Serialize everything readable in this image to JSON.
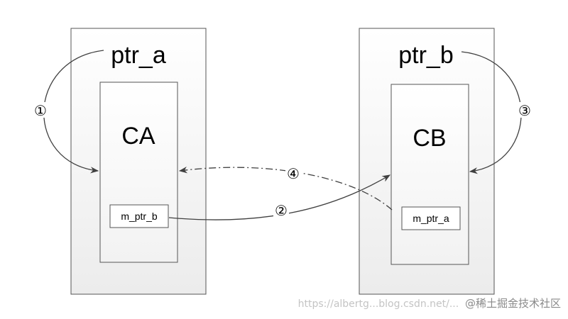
{
  "diagram": {
    "outer_left_label": "ptr_a",
    "outer_right_label": "ptr_b",
    "inner_left_label": "CA",
    "inner_right_label": "CB",
    "left_member_label": "m_ptr_b",
    "right_member_label": "m_ptr_a",
    "step1": "①",
    "step2": "②",
    "step3": "③",
    "step4": "④"
  },
  "colors": {
    "outer_fill": "#f5f5f5",
    "inner_fill": "#ffffff",
    "stroke": "#555555",
    "arrow": "#404040"
  },
  "watermark": {
    "url": "https://albertg...blog.csdn.net/...",
    "brand": "@稀土掘金技术社区"
  }
}
